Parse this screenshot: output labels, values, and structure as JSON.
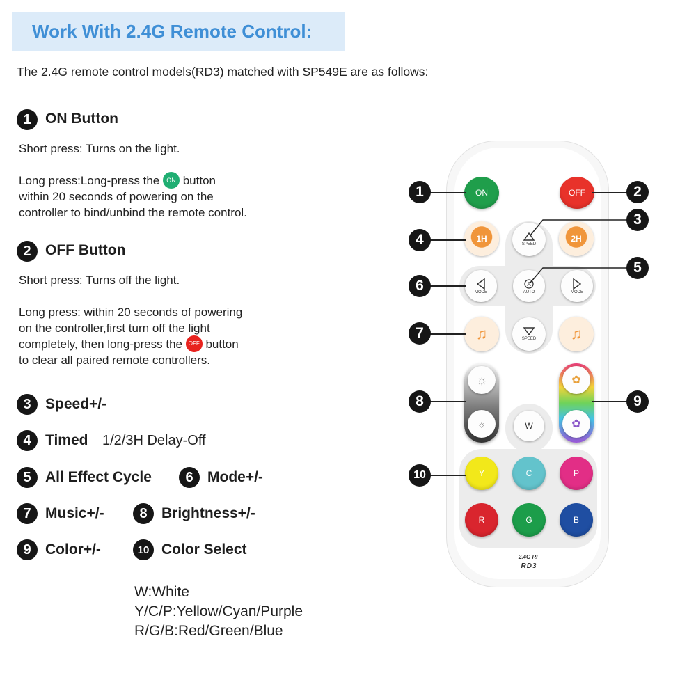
{
  "header": {
    "title": "Work With 2.4G Remote Control:",
    "intro": "The 2.4G remote control models(RD3) matched with SP549E are as follows:"
  },
  "sections": {
    "on": {
      "num": "1",
      "title": "ON Button",
      "short_press": "Short press: Turns on the light.",
      "long_press_1a": "Long press:Long-press the",
      "long_press_pill": "ON",
      "long_press_1b": "button",
      "long_press_2": "within 20 seconds of powering on the",
      "long_press_3": "controller to bind/unbind the remote control."
    },
    "off": {
      "num": "2",
      "title": "OFF Button",
      "short_press": "Short press: Turns off the light.",
      "long_press_1": "Long press: within 20 seconds of powering",
      "long_press_2": "on the controller,first turn off the light",
      "long_press_3a": "completely, then long-press the",
      "long_press_pill": "OFF",
      "long_press_3b": "button",
      "long_press_4": "to clear all paired remote controllers."
    }
  },
  "features": [
    {
      "num": "3",
      "title": "Speed+/-"
    },
    {
      "num": "4",
      "title": "Timed",
      "detail": "1/2/3H Delay-Off"
    },
    {
      "num": "5",
      "title": "All Effect Cycle"
    },
    {
      "num": "6",
      "title": "Mode+/-"
    },
    {
      "num": "7",
      "title": "Music+/-"
    },
    {
      "num": "8",
      "title": "Brightness+/-"
    },
    {
      "num": "9",
      "title": "Color+/-"
    },
    {
      "num": "10",
      "title": "Color Select"
    }
  ],
  "legend": {
    "line1": "W:White",
    "line2": "Y/C/P:Yellow/Cyan/Purple",
    "line3": "R/G/B:Red/Green/Blue"
  },
  "remote": {
    "on": "ON",
    "off": "OFF",
    "timer_1h": "1H",
    "timer_2h": "2H",
    "speed": "SPEED",
    "mode": "MODE",
    "auto": "AUTO",
    "white": "W",
    "yellow": "Y",
    "cyan": "C",
    "purple": "P",
    "red": "R",
    "green": "G",
    "blue": "B",
    "rf_label": "2.4G RF",
    "model": "RD3",
    "callouts": [
      "1",
      "2",
      "3",
      "4",
      "5",
      "6",
      "7",
      "8",
      "9",
      "10"
    ]
  },
  "colors": {
    "title_accent": "#3f8fd6",
    "title_bg": "#dcebf9",
    "on_green": "#1f9e4b",
    "off_red": "#e8322a",
    "timer_orange": "#f0953a",
    "key_yellow": "#f2e81a",
    "key_cyan": "#63c3cc",
    "key_purple": "#e22e86",
    "key_red": "#d9252e",
    "key_green": "#1c9d4a",
    "key_blue": "#1f4ea2"
  }
}
